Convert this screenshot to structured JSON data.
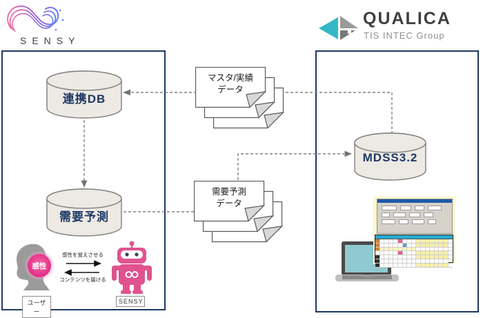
{
  "header": {
    "sensy_logo_text": "SENSY",
    "qualica_logo_text": "QUALICA",
    "qualica_group_text": "TIS INTEC Group"
  },
  "sensy_panel": {
    "linked_db_label": "連携DB",
    "forecast_db_label": "需要予測",
    "illustration": {
      "kansei_badge": "感性",
      "teach_arrow_label": "感性を覚えさせる",
      "deliver_arrow_label": "コンテンツを届ける",
      "user_caption": "ユーザー",
      "robot_caption": "SENSY"
    }
  },
  "qualica_panel": {
    "mdss_db_label": "MDSS3.2"
  },
  "data_files": {
    "master_actual": {
      "line1": "マスタ/実績",
      "line2": "データ"
    },
    "demand_forecast": {
      "line1": "需要予測",
      "line2": "データ"
    }
  },
  "colors": {
    "panel_border": "#1f3864",
    "db_label_text": "#1f3864",
    "cylinder_fill": "#ede9e3",
    "cylinder_stroke": "#7f7f7f",
    "connector_gray": "#808080",
    "robot_pink": "#e0538f",
    "kansei_pink": "#e62d86",
    "qualica_teal": "#35b8c6",
    "qualica_gray": "#9a9a9a",
    "screenshot_bg_yellow": "#fbf8ce",
    "table_header_teal": "#29a9d0",
    "highlight_yellow": "#f6efa6"
  }
}
